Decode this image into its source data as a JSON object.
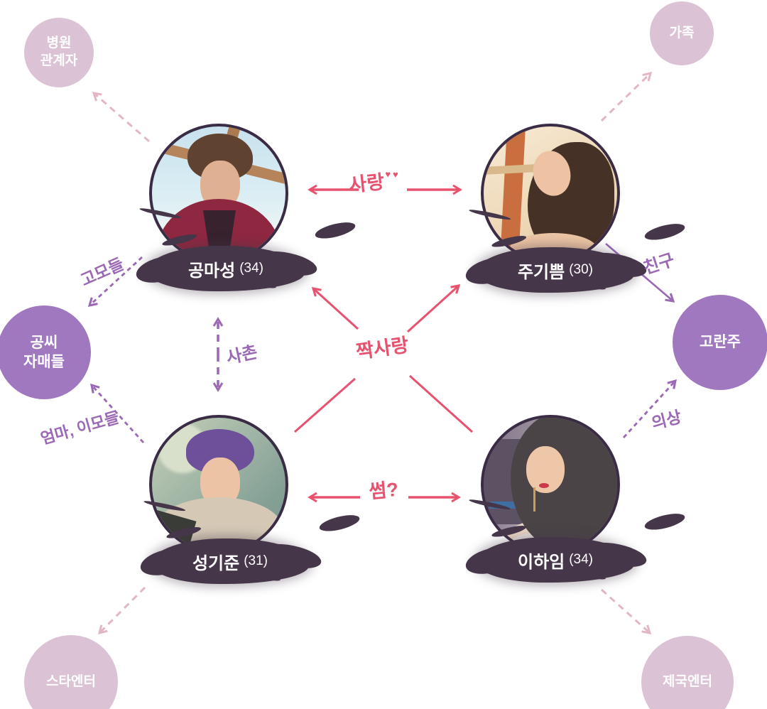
{
  "characters": [
    {
      "name": "공마성",
      "age": "(34)"
    },
    {
      "name": "주기쁨",
      "age": "(30)"
    },
    {
      "name": "성기준",
      "age": "(31)"
    },
    {
      "name": "이하임",
      "age": "(34)"
    }
  ],
  "satellites": [
    {
      "id": "hospital-staff",
      "line1": "병원",
      "line2": "관계자"
    },
    {
      "id": "family",
      "line1": "가족",
      "line2": ""
    },
    {
      "id": "gong-sisters",
      "line1": "공씨",
      "line2": "자매들"
    },
    {
      "id": "go-ran-ju",
      "line1": "고란주",
      "line2": ""
    },
    {
      "id": "star-enter",
      "line1": "스타엔터",
      "line2": ""
    },
    {
      "id": "empire-enter",
      "line1": "제국엔터",
      "line2": ""
    }
  ],
  "relations": {
    "love": "사랑",
    "love_hearts": "♥♥",
    "crush": "짝사랑",
    "some": "썸?",
    "cousin": "사촌",
    "aunts": "고모들",
    "mom_aunts": "엄마, 이모들",
    "friend": "친구",
    "costume": "의상"
  },
  "colors": {
    "pink_arrow": "#e8526e",
    "light_pink_arrow": "#e2b6c6",
    "purple_arrow": "#9a68b4",
    "satellite_light": "#dbc3d5",
    "satellite_dark": "#a078c0",
    "name_blob": "#463649",
    "photo_border": "#3b2c45"
  }
}
